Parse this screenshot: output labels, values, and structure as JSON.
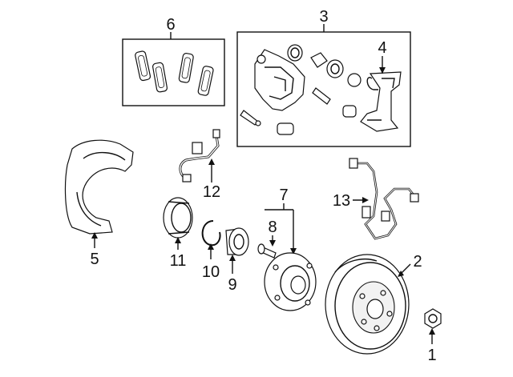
{
  "callouts": {
    "c1": "1",
    "c2": "2",
    "c3": "3",
    "c4": "4",
    "c5": "5",
    "c6": "6",
    "c7": "7",
    "c8": "8",
    "c9": "9",
    "c10": "10",
    "c11": "11",
    "c12": "12",
    "c13": "13"
  },
  "icons": {
    "brake_pads": "brake-pad-set-icon",
    "caliper": "brake-caliper-icon",
    "caliper_bracket": "caliper-bracket-icon",
    "dust_shield": "dust-shield-icon",
    "brake_hose": "brake-hose-icon",
    "bearing_seal": "bearing-seal-icon",
    "snap_ring": "snap-ring-icon",
    "wheel_bearing": "wheel-bearing-icon",
    "wheel_stud": "wheel-stud-icon",
    "hub": "wheel-hub-icon",
    "abs_sensor": "abs-sensor-icon",
    "rotor": "brake-rotor-icon",
    "hub_nut": "hub-nut-icon"
  },
  "colors": {
    "line": "#111111",
    "background": "#ffffff"
  }
}
